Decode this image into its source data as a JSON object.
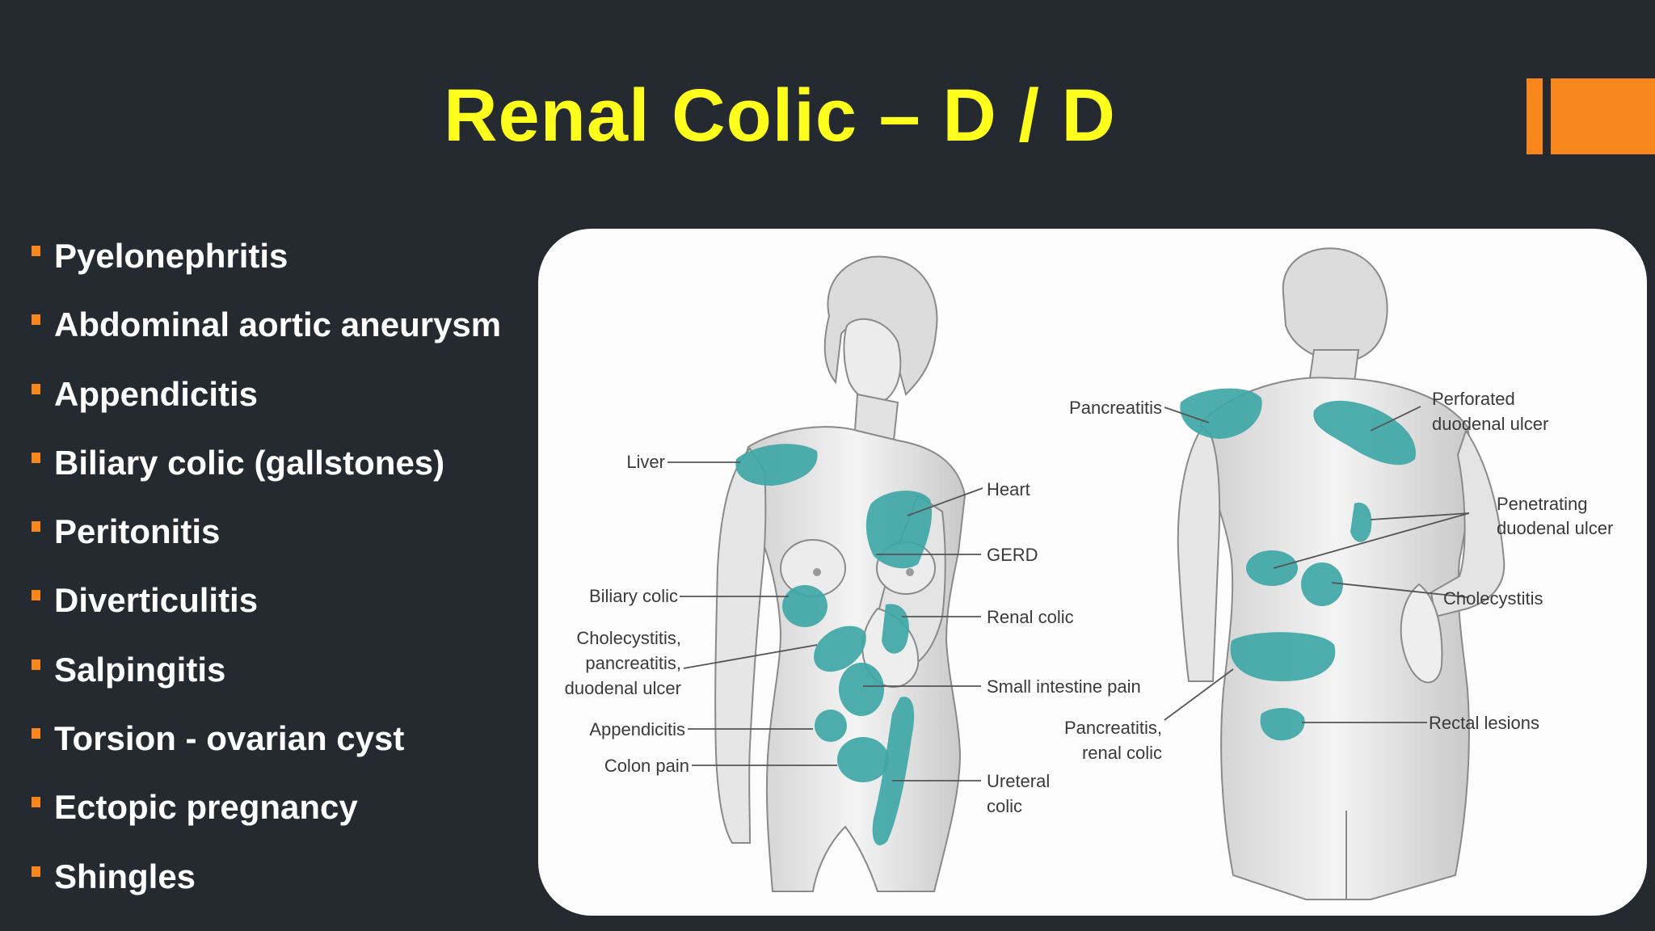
{
  "slide": {
    "title": "Renal Colic – D / D",
    "bullets": [
      "Pyelonephritis",
      "Abdominal aortic aneurysm",
      "Appendicitis",
      "Biliary colic (gallstones)",
      "Peritonitis",
      "Diverticulitis",
      "Salpingitis",
      "Torsion - ovarian cyst",
      "Ectopic pregnancy",
      "Shingles"
    ]
  },
  "figure": {
    "front_labels": {
      "liver": "Liver",
      "biliary_colic": "Biliary colic",
      "chole_1": "Cholecystitis,",
      "chole_2": "pancreatitis,",
      "chole_3": "duodenal ulcer",
      "appendicitis": "Appendicitis",
      "colon_pain": "Colon pain",
      "heart": "Heart",
      "gerd": "GERD",
      "renal_colic": "Renal colic",
      "small_intestine": "Small intestine pain",
      "ureteral_1": "Ureteral",
      "ureteral_2": "colic"
    },
    "back_labels": {
      "pancreatitis": "Pancreatitis",
      "perforated_1": "Perforated",
      "perforated_2": "duodenal ulcer",
      "penetrating_1": "Penetrating",
      "penetrating_2": "duodenal ulcer",
      "cholecystitis": "Cholecystitis",
      "pancreatitis_renal_1": "Pancreatitis,",
      "pancreatitis_renal_2": "renal colic",
      "rectal_lesions": "Rectal lesions"
    }
  },
  "colors": {
    "background": "#252a30",
    "title": "#ffff1e",
    "accent": "#f7861d",
    "pain_region": "#3fa6a6"
  }
}
